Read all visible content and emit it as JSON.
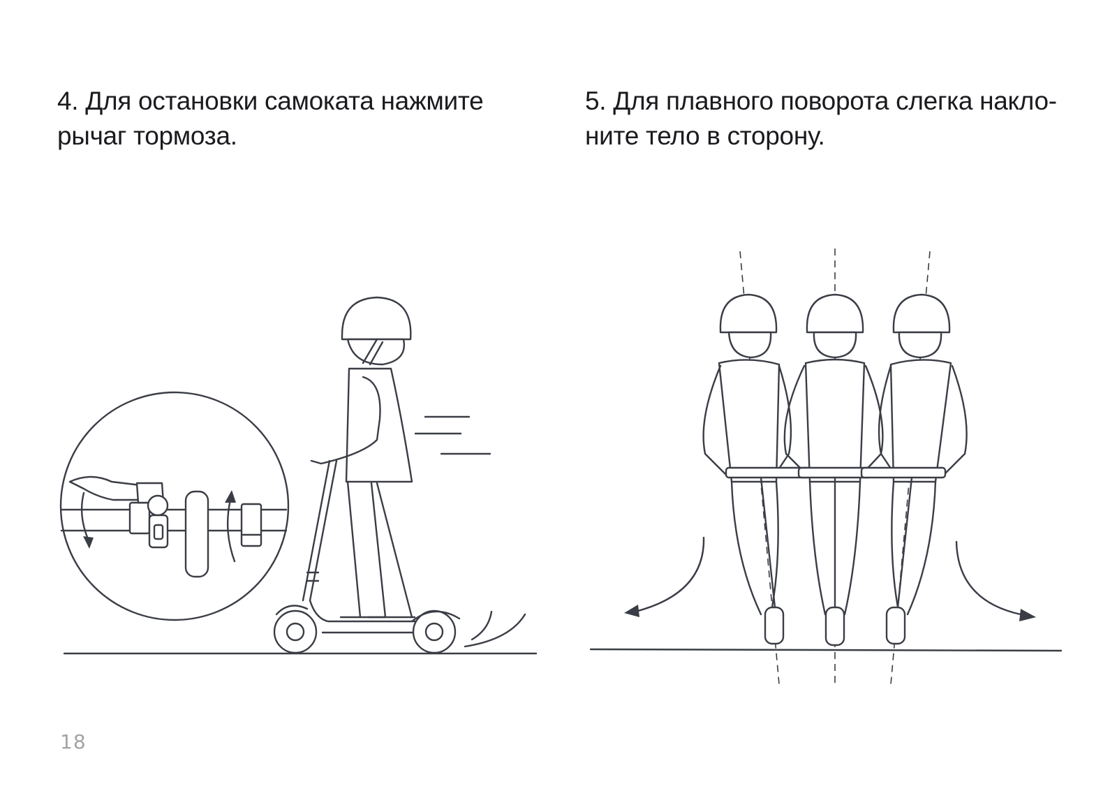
{
  "steps": [
    {
      "line1": "4. Для остановки самоката нажмите",
      "line2": "рычаг тормоза."
    },
    {
      "line1": "5. Для плавного поворота слегка накло-",
      "line2": "ните тело в сторону."
    }
  ],
  "page_number": "18",
  "colors": {
    "text": "#1b1b1f",
    "line_art": "#3a3d45",
    "page_number": "#a3a3a3",
    "background": "#ffffff"
  }
}
